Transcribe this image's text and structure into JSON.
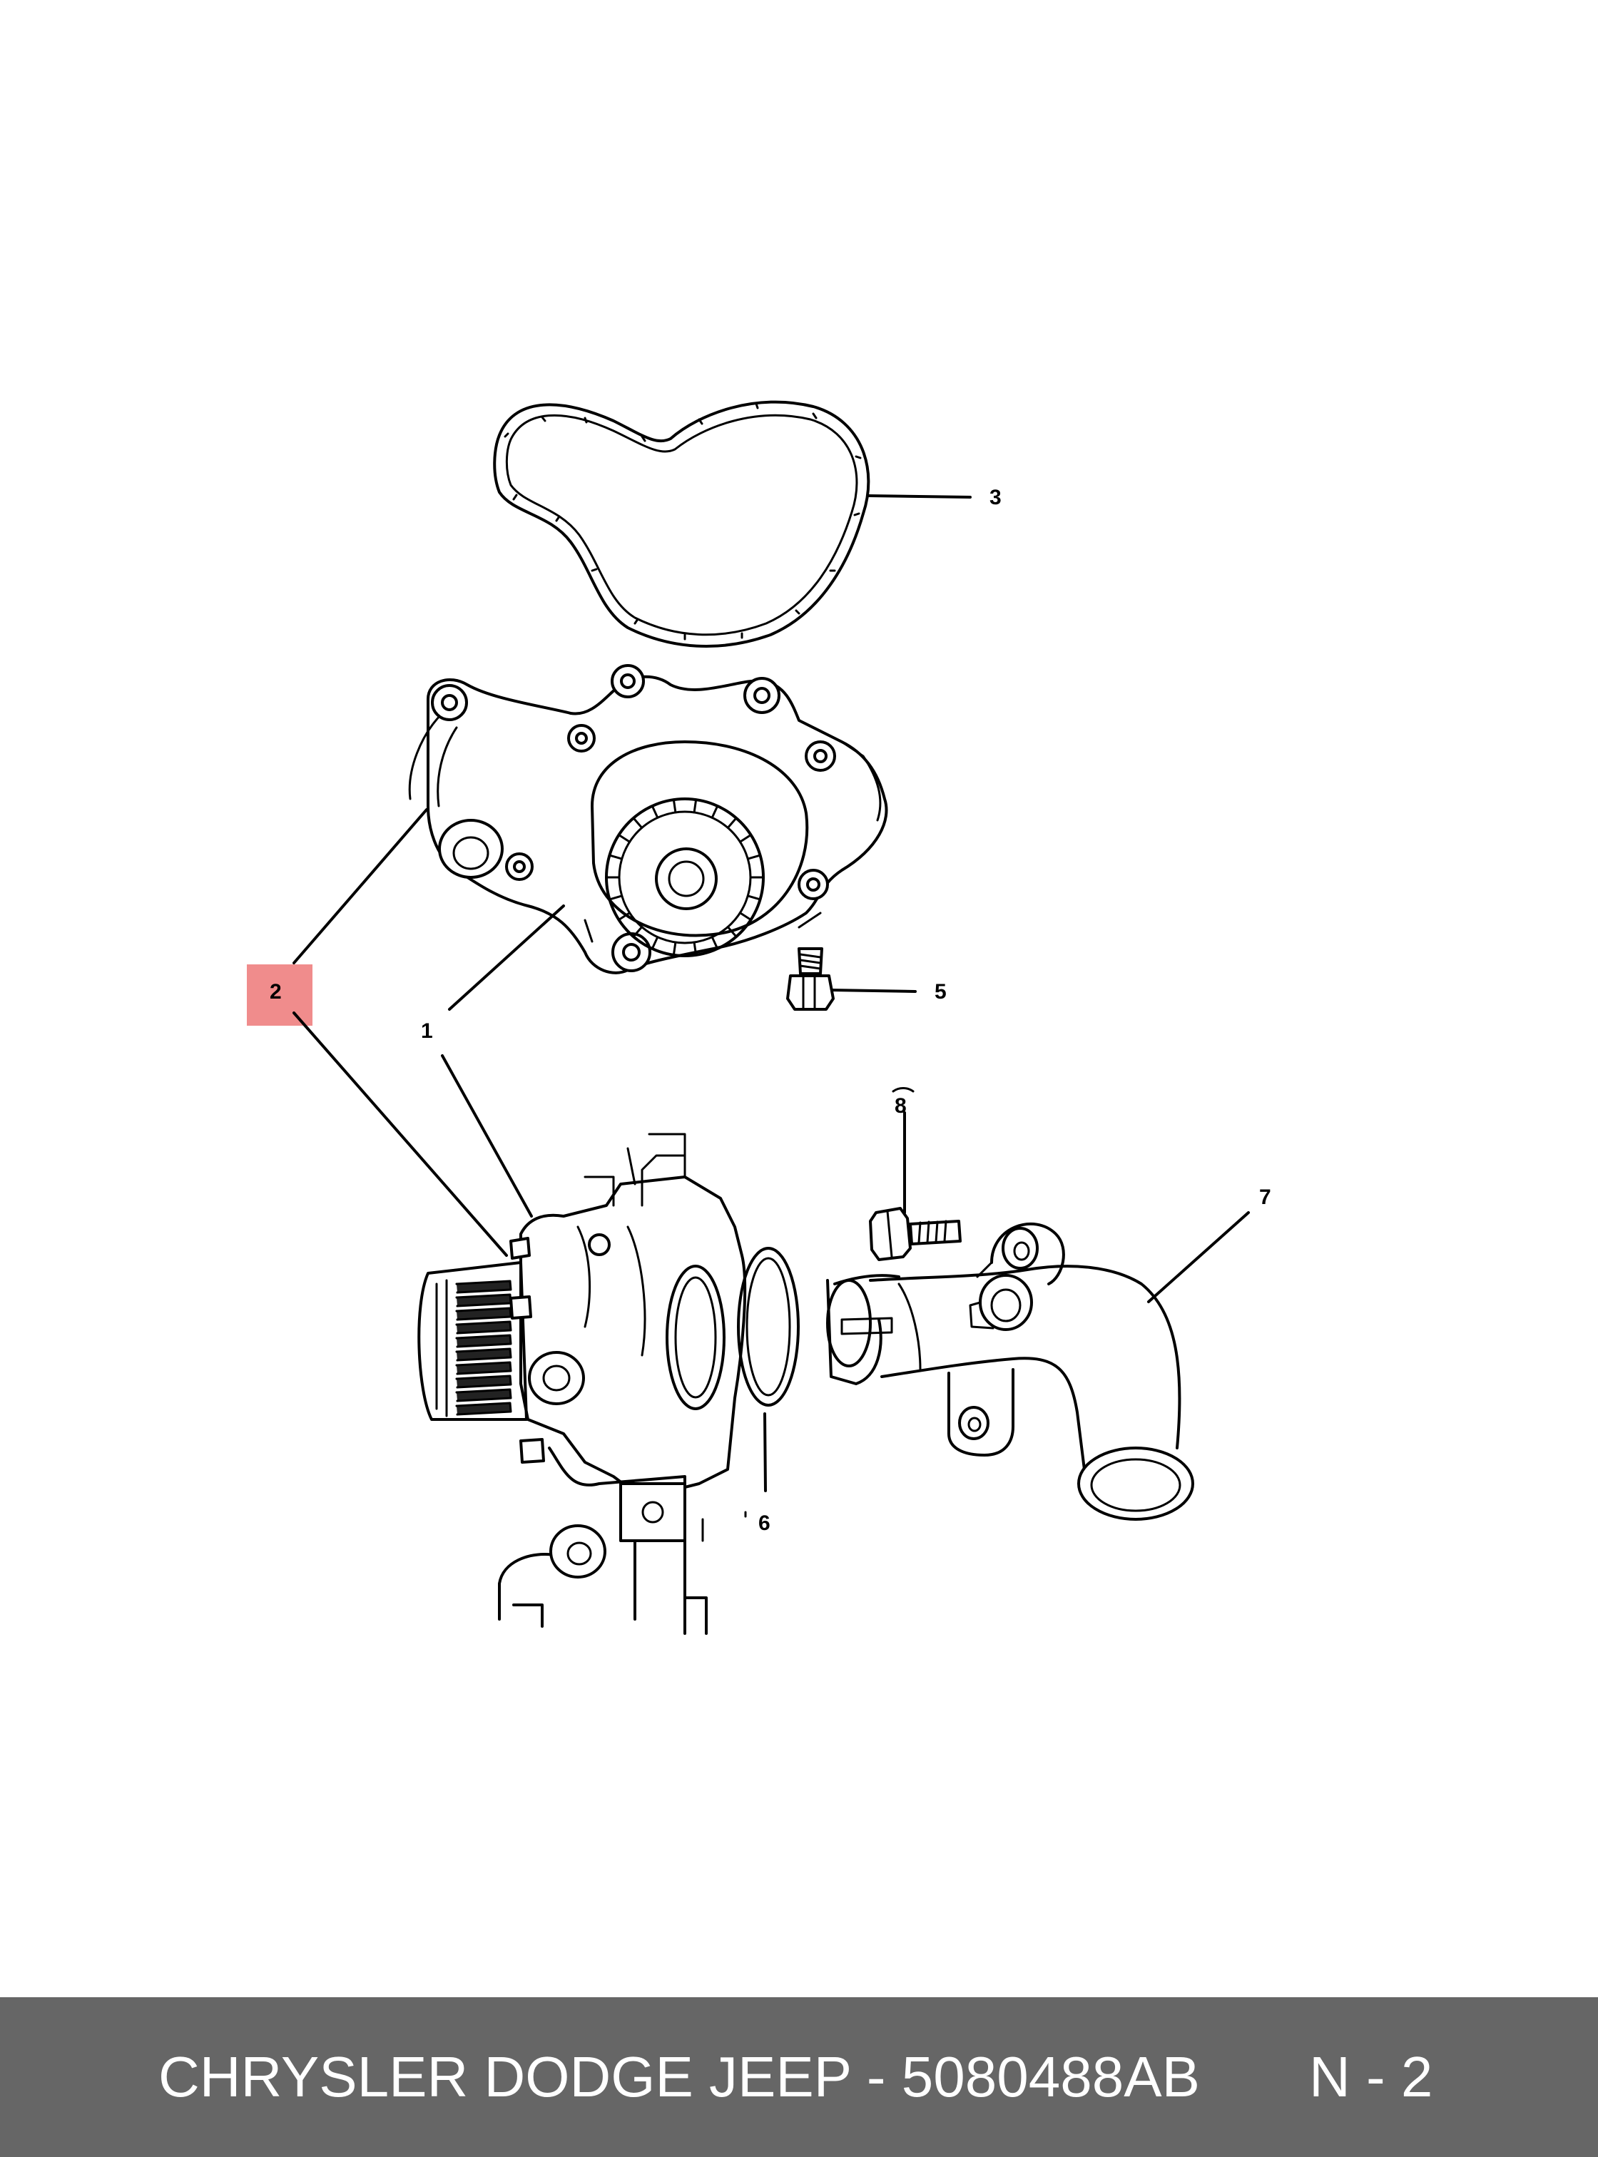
{
  "diagram": {
    "callouts": [
      {
        "id": "1",
        "label": "1"
      },
      {
        "id": "2",
        "label": "2",
        "highlighted": true
      },
      {
        "id": "3",
        "label": "3"
      },
      {
        "id": "5",
        "label": "5"
      },
      {
        "id": "6",
        "label": "6"
      },
      {
        "id": "7",
        "label": "7"
      },
      {
        "id": "8",
        "label": "8"
      }
    ],
    "highlight_color": "#f08c8c"
  },
  "footer": {
    "title": "CHRYSLER DODGE JEEP - 5080488AB",
    "page": "N - 2",
    "background": "#666666",
    "text_color": "#ffffff"
  }
}
